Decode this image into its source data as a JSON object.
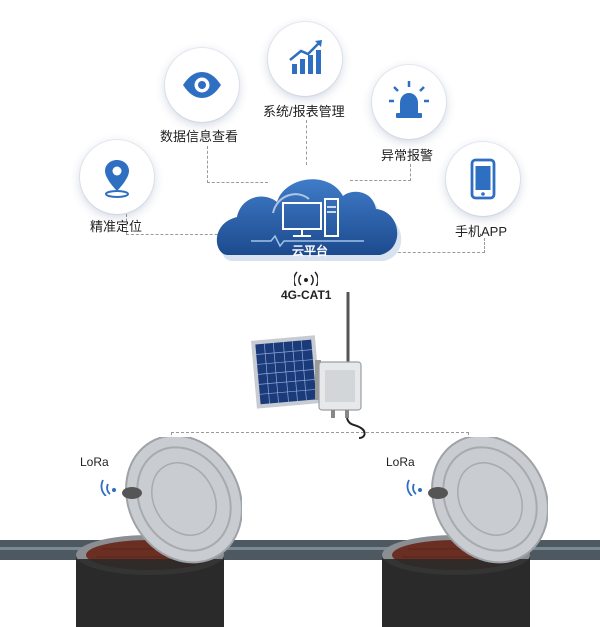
{
  "features": [
    {
      "id": "location",
      "label": "精准定位",
      "icon": "location-pin-icon"
    },
    {
      "id": "data-view",
      "label": "数据信息查看",
      "icon": "eye-icon"
    },
    {
      "id": "report",
      "label": "系统/报表管理",
      "icon": "bar-chart-icon"
    },
    {
      "id": "alarm",
      "label": "异常报警",
      "icon": "alarm-light-icon"
    },
    {
      "id": "app",
      "label": "手机APP",
      "icon": "smartphone-icon"
    }
  ],
  "cloud": {
    "label": "云平台",
    "icon": "computer-icon"
  },
  "network": {
    "label": "4G-CAT1",
    "icon": "wireless-signal-icon"
  },
  "gateway": {
    "icon": "solar-panel-icon"
  },
  "wells": [
    {
      "label": "LoRa",
      "icon": "manhole-icon"
    },
    {
      "label": "LoRa",
      "icon": "manhole-icon"
    }
  ],
  "colors": {
    "accent": "#2f6fc2",
    "cloud": "#2a5da8",
    "brick": "#7a3525",
    "road": "#4d5860"
  }
}
